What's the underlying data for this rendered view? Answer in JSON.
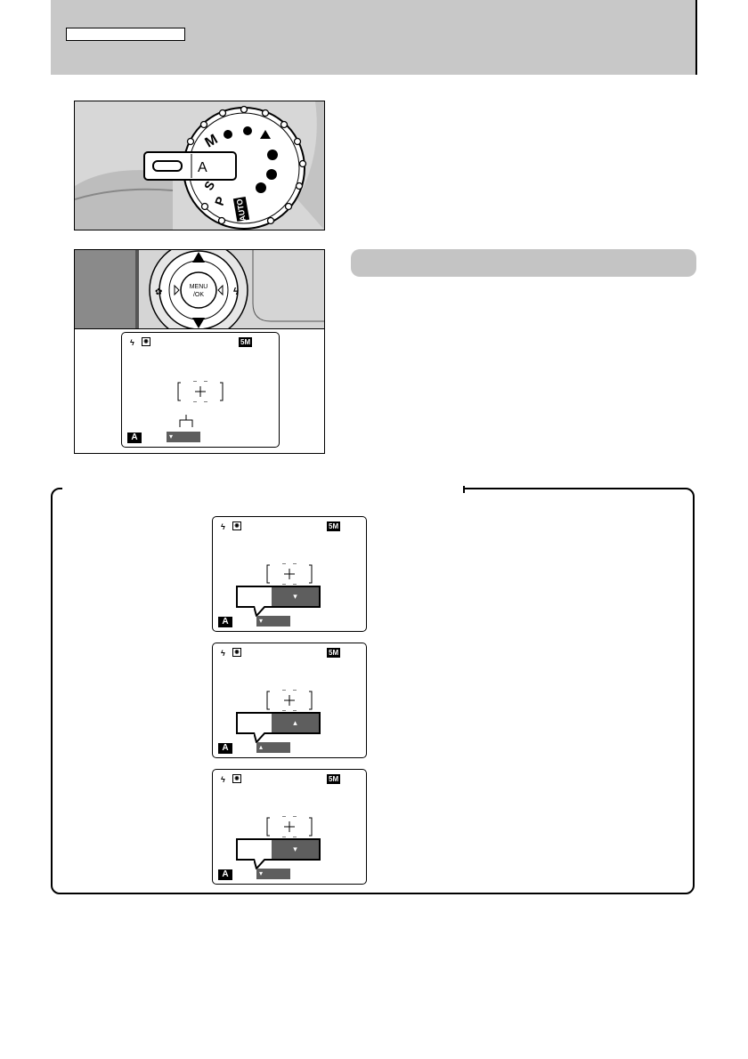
{
  "header": {
    "label": ""
  },
  "figure_dial": {
    "mode_letter": "A",
    "dial_marks": [
      "M",
      "S",
      "P",
      "AUTO"
    ]
  },
  "figure_button": {
    "button_label": "MENU\n/OK",
    "button_line1": "MENU",
    "button_line2": "/OK"
  },
  "lcd": {
    "res": "5M",
    "mode": "A"
  },
  "lcd_small": [
    {
      "res": "5M",
      "mode": "A",
      "arrow": "▾"
    },
    {
      "res": "5M",
      "mode": "A",
      "arrow": "▴"
    },
    {
      "res": "5M",
      "mode": "A",
      "arrow": "▾"
    }
  ]
}
